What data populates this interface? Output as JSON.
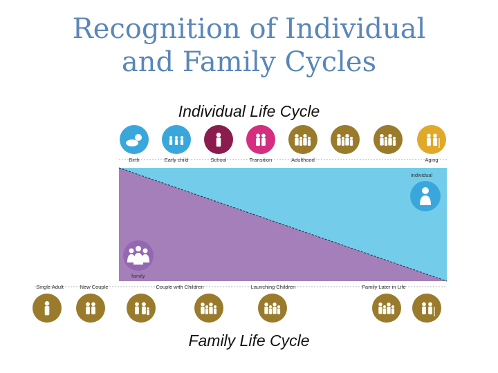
{
  "title_line1": "Recognition of Individual",
  "title_line2": "and Family Cycles",
  "individual_cycle_title": "Individual Life Cycle",
  "family_cycle_title": "Family Life Cycle",
  "individual_stages": [
    {
      "label": "Birth",
      "color": "#3aa7dc",
      "icon": "baby-icon"
    },
    {
      "label": "Early child",
      "color": "#3aa7dc",
      "icon": "children-icon"
    },
    {
      "label": "School",
      "color": "#8a1d4d",
      "icon": "student-icon"
    },
    {
      "label": "Transition",
      "color": "#d42e80",
      "icon": "young-adults-icon"
    },
    {
      "label": "Adulthood",
      "color": "#9a7b2c",
      "icon": "adults-icon"
    },
    {
      "label": "",
      "color": "#9a7b2c",
      "icon": "adults-icon"
    },
    {
      "label": "",
      "color": "#9a7b2c",
      "icon": "adults-icon"
    },
    {
      "label": "Aging",
      "color": "#e0a92a",
      "icon": "elderly-icon"
    }
  ],
  "family_stages": [
    {
      "label": "Single Adult",
      "icon": "single-adult-icon"
    },
    {
      "label": "New Couple",
      "icon": "couple-icon"
    },
    {
      "label": "Couple with Children",
      "icon": "couple-with-child-icon"
    },
    {
      "label": "",
      "icon": "family-icon"
    },
    {
      "label": "Launching Children",
      "icon": "family-icon"
    },
    {
      "label": "",
      "icon": "family-icon"
    },
    {
      "label": "Family Later in Life",
      "icon": "family-icon"
    },
    {
      "label": "",
      "icon": "elderly-couple-icon"
    }
  ],
  "family_color": "#9a7b2c",
  "individual_label": "individual",
  "family_label": "family",
  "colors": {
    "title": "#5a87b8",
    "individual_area": "#73cdea",
    "family_area": "#a57fba",
    "individual_badge": "#3aa7dc",
    "family_badge": "#9468b0"
  }
}
